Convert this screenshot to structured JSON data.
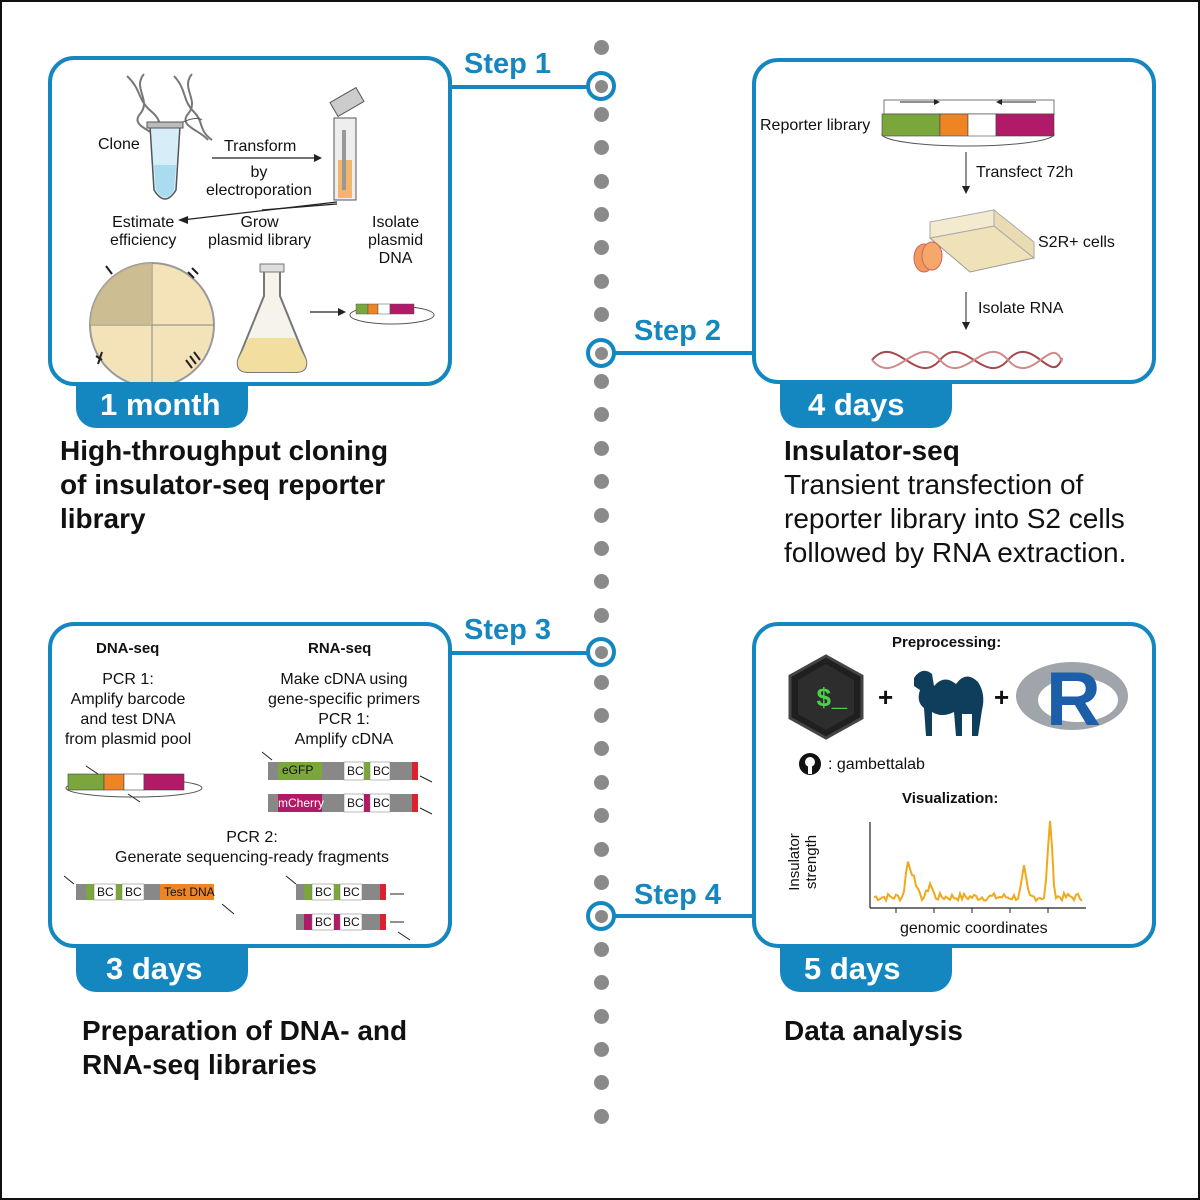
{
  "steps": [
    {
      "label": "Step 1",
      "duration": "1 month",
      "caption_bold": "High-throughput cloning of insulator-seq reporter library",
      "caption_text": ""
    },
    {
      "label": "Step 2",
      "duration": "4 days",
      "caption_bold": "Insulator-seq",
      "caption_text": "Transient transfection of reporter library into S2 cells followed by RNA extraction."
    },
    {
      "label": "Step 3",
      "duration": "3 days",
      "caption_bold": "Preparation of DNA- and RNA-seq libraries",
      "caption_text": ""
    },
    {
      "label": "Step 4",
      "duration": "5 days",
      "caption_bold": "Data analysis",
      "caption_text": ""
    }
  ],
  "panel1": {
    "clone": "Clone",
    "transform": "Transform",
    "by_electroporation": "by\nelectroporation",
    "estimate_efficiency": "Estimate\nefficiency",
    "grow_library": "Grow\nplasmid library",
    "isolate_dna": "Isolate\nplasmid\nDNA"
  },
  "panel2": {
    "reporter_library": "Reporter library",
    "transfect": "Transfect 72h",
    "cells": "S2R+ cells",
    "isolate_rna": "Isolate RNA"
  },
  "panel3": {
    "dna_seq": "DNA-seq",
    "rna_seq": "RNA-seq",
    "dna_pcr1": "PCR 1:\nAmplify barcode\nand test DNA\nfrom plasmid pool",
    "rna_steps": "Make cDNA using\ngene-specific primers\nPCR 1:\nAmplify cDNA",
    "pcr2": "PCR 2:\nGenerate sequencing-ready fragments",
    "egfp": "eGFP",
    "mcherry": "mCherry",
    "bc": "BC",
    "test_dna": "Test DNA"
  },
  "panel4": {
    "preprocessing": "Preprocessing:",
    "plus": "+",
    "r_letter": "R",
    "github_handle": ": gambettalab",
    "visualization": "Visualization:",
    "ylabel": "Insulator\nstrength",
    "xlabel": "genomic coordinates"
  },
  "colors": {
    "blue": "#1487c0",
    "green": "#7aa63c",
    "orange": "#ef8424",
    "magenta": "#b11a66",
    "gray": "#8a8a8a",
    "signal": "#f0a81c"
  }
}
